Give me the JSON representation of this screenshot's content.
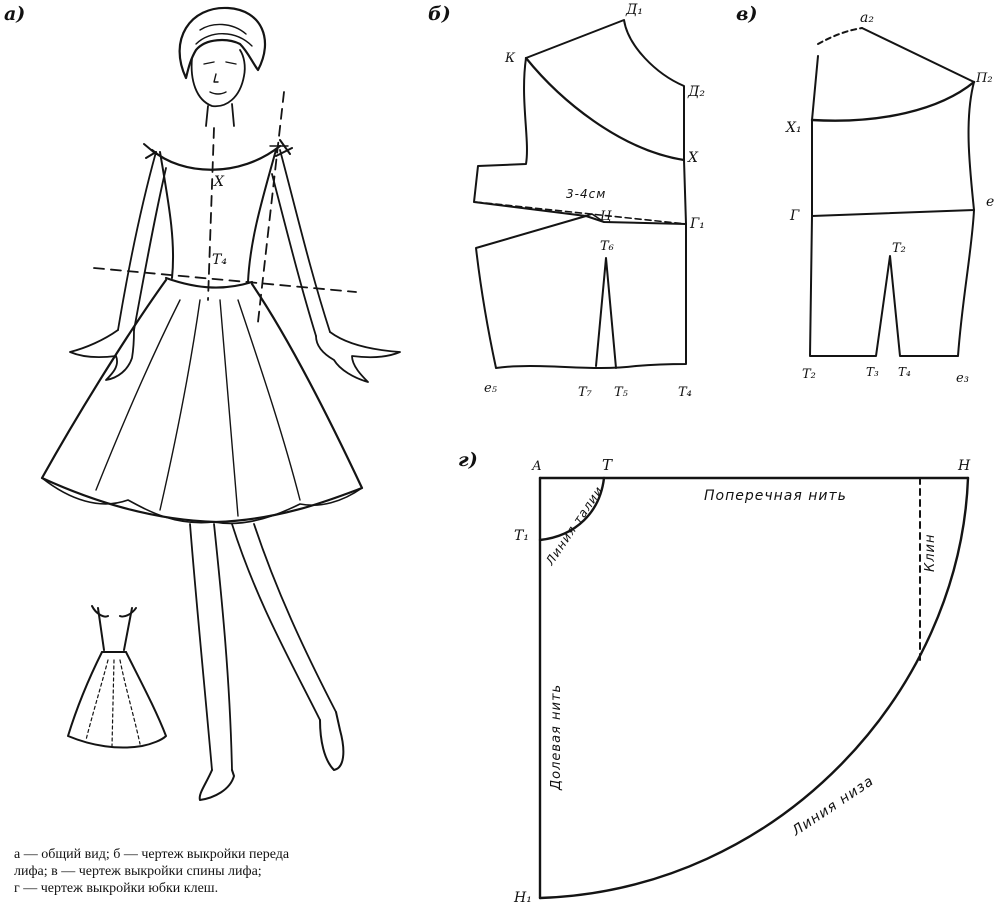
{
  "panels": {
    "a": "а)",
    "b": "б)",
    "v": "в)",
    "g": "г)"
  },
  "figure": {
    "waist_mark": "Т₄",
    "neck_mark": "Х"
  },
  "front_bodice": {
    "points": {
      "K": "К",
      "D1": "Д₁",
      "D2": "Д₂",
      "X": "Х",
      "G1": "Г₁",
      "Ts": "Ц",
      "T6": "Т₆",
      "e5": "е₅",
      "T7": "Т₇",
      "T5": "Т₅",
      "T4": "Т₄"
    },
    "dart_note": "3-4см"
  },
  "back_bodice": {
    "points": {
      "a2": "а₂",
      "P2": "П₂",
      "X1": "Х₁",
      "G": "Г",
      "e": "е",
      "T2top": "Т₂",
      "T2": "Т₂",
      "T3": "Т₃",
      "T4": "Т₄",
      "e3": "е₃"
    }
  },
  "skirt": {
    "points": {
      "A": "А",
      "T": "Т",
      "H": "Н",
      "T1": "Т₁",
      "H1": "Н₁"
    },
    "labels": {
      "cross_grain": "Поперечная нить",
      "waist_line": "Линия талии",
      "wedge": "Клин",
      "lengthwise_grain": "Долевая нить",
      "hem_line": "Линия низа"
    }
  },
  "caption": {
    "line1": "а — общий вид; б — чертеж выкройки переда",
    "line2": "лифа; в — чертеж выкройки спины лифа;",
    "line3": "г — чертеж выкройки юбки клеш."
  }
}
